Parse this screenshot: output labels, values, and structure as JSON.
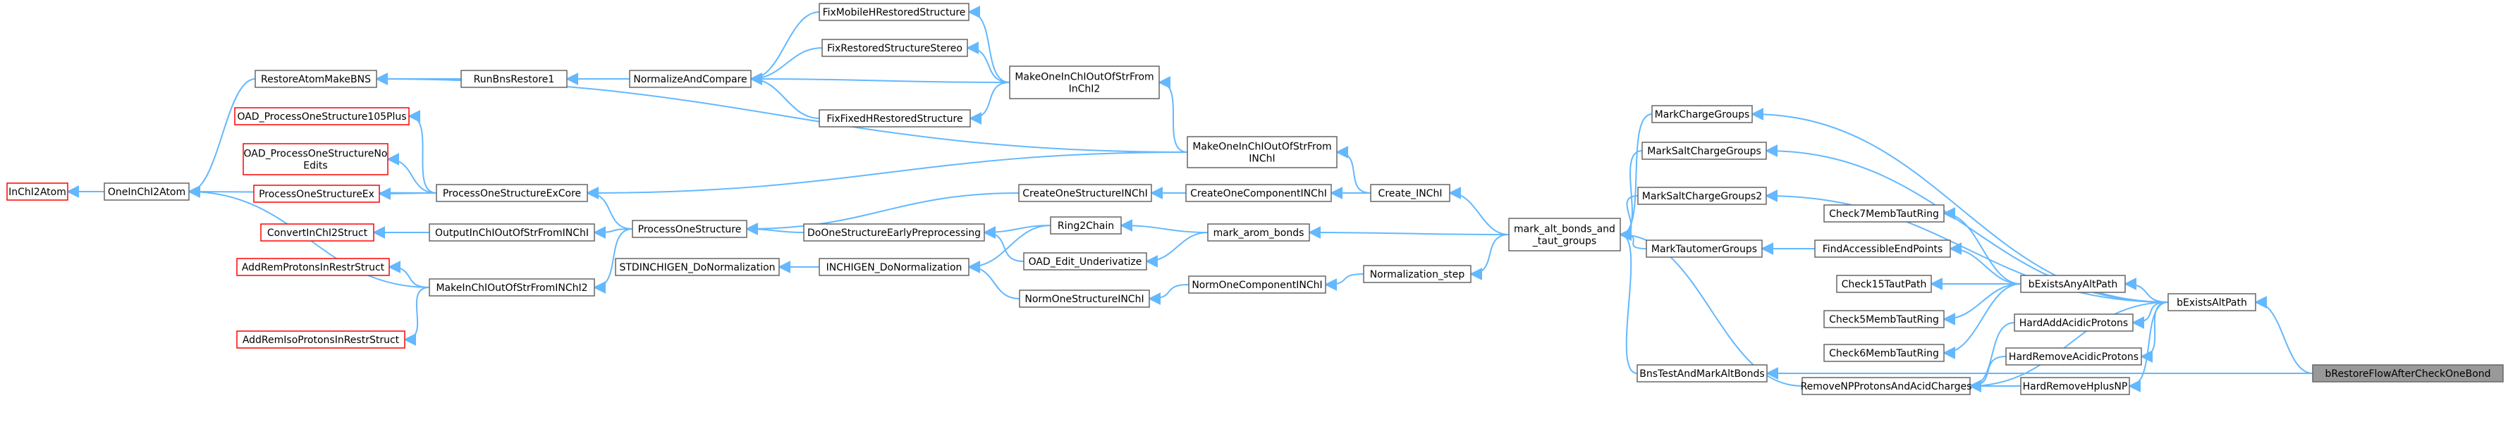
{
  "colors": {
    "edge": "#63b8ff",
    "border": "#666666",
    "truncated_border": "#ff0000",
    "root_fill": "#999999"
  },
  "nodes": [
    {
      "id": "restoreatommakebns",
      "lines": [
        "RestoreAtomMakeBNS"
      ],
      "style": "normal"
    },
    {
      "id": "runbnsrestore1",
      "lines": [
        "RunBnsRestore1"
      ],
      "style": "normal"
    },
    {
      "id": "normalizeandcompare",
      "lines": [
        "NormalizeAndCompare"
      ],
      "style": "normal"
    },
    {
      "id": "fixmobilehrestoredstructure",
      "lines": [
        "FixMobileHRestoredStructure"
      ],
      "style": "normal"
    },
    {
      "id": "fixrestoredstructurestereo",
      "lines": [
        "FixRestoredStructureStereo"
      ],
      "style": "normal"
    },
    {
      "id": "fixfixedhrestoredstructure",
      "lines": [
        "FixFixedHRestoredStructure"
      ],
      "style": "normal"
    },
    {
      "id": "makeoneinchioutofstrfrominchi2",
      "lines": [
        "MakeOneInChIOutOfStrFrom",
        "InChI2"
      ],
      "style": "normal"
    },
    {
      "id": "makeoneinchioutofstrfrominchi",
      "lines": [
        "MakeOneInChIOutOfStrFrom",
        "INChI"
      ],
      "style": "normal"
    },
    {
      "id": "inchi2atom",
      "lines": [
        "InChI2Atom"
      ],
      "style": "red"
    },
    {
      "id": "oneinchi2atom",
      "lines": [
        "OneInChI2Atom"
      ],
      "style": "normal"
    },
    {
      "id": "oad_processonestructure105plus",
      "lines": [
        "OAD_ProcessOneStructure105Plus"
      ],
      "style": "red"
    },
    {
      "id": "oad_processonestructurenoedits",
      "lines": [
        "OAD_ProcessOneStructureNo",
        "Edits"
      ],
      "style": "red"
    },
    {
      "id": "processonestructureex",
      "lines": [
        "ProcessOneStructureEx"
      ],
      "style": "red"
    },
    {
      "id": "convertinchi2struct",
      "lines": [
        "ConvertInChI2Struct"
      ],
      "style": "red"
    },
    {
      "id": "addremprotonsinrestrstruct",
      "lines": [
        "AddRemProtonsInRestrStruct"
      ],
      "style": "red"
    },
    {
      "id": "addremisoprotonsinrestrstruct",
      "lines": [
        "AddRemIsoProtonsInRestrStruct"
      ],
      "style": "red"
    },
    {
      "id": "processonestructureexcore",
      "lines": [
        "ProcessOneStructureExCore"
      ],
      "style": "normal"
    },
    {
      "id": "outputinchioutofstrfrominchi",
      "lines": [
        "OutputInChIOutOfStrFromINChI"
      ],
      "style": "normal"
    },
    {
      "id": "makeinchioutofstrfrominchi2",
      "lines": [
        "MakeInChIOutOfStrFromINChI2"
      ],
      "style": "normal"
    },
    {
      "id": "stdinchigen_donormalization",
      "lines": [
        "STDINCHIGEN_DoNormalization"
      ],
      "style": "normal"
    },
    {
      "id": "processonestructure",
      "lines": [
        "ProcessOneStructure"
      ],
      "style": "normal"
    },
    {
      "id": "dostructureearlypreprocessing",
      "lines": [
        "DoOneStructureEarlyPreprocessing"
      ],
      "style": "normal"
    },
    {
      "id": "inchigen_donormalization",
      "lines": [
        "INCHIGEN_DoNormalization"
      ],
      "style": "normal"
    },
    {
      "id": "createonestructureinchi",
      "lines": [
        "CreateOneStructureINChI"
      ],
      "style": "normal"
    },
    {
      "id": "ring2chain",
      "lines": [
        "Ring2Chain"
      ],
      "style": "normal"
    },
    {
      "id": "oad_edit_underivatize",
      "lines": [
        "OAD_Edit_Underivatize"
      ],
      "style": "normal"
    },
    {
      "id": "normonestructureinchi",
      "lines": [
        "NormOneStructureINChI"
      ],
      "style": "normal"
    },
    {
      "id": "createonecomponentinchi",
      "lines": [
        "CreateOneComponentINChI"
      ],
      "style": "normal"
    },
    {
      "id": "mark_arom_bonds",
      "lines": [
        "mark_arom_bonds"
      ],
      "style": "normal"
    },
    {
      "id": "normonecomponentinchi",
      "lines": [
        "NormOneComponentINChI"
      ],
      "style": "normal"
    },
    {
      "id": "create_inchi",
      "lines": [
        "Create_INChI"
      ],
      "style": "normal"
    },
    {
      "id": "normalization_step",
      "lines": [
        "Normalization_step"
      ],
      "style": "normal"
    },
    {
      "id": "mark_alt_bonds_and_taut_groups",
      "lines": [
        "mark_alt_bonds_and",
        "_taut_groups"
      ],
      "style": "normal"
    },
    {
      "id": "markchargegroups",
      "lines": [
        "MarkChargeGroups"
      ],
      "style": "normal"
    },
    {
      "id": "marksaltchargegroups",
      "lines": [
        "MarkSaltChargeGroups"
      ],
      "style": "normal"
    },
    {
      "id": "marksaltchargegroups2",
      "lines": [
        "MarkSaltChargeGroups2"
      ],
      "style": "normal"
    },
    {
      "id": "marktautomergroups",
      "lines": [
        "MarkTautomerGroups"
      ],
      "style": "normal"
    },
    {
      "id": "bnstestandmarkaltbonds",
      "lines": [
        "BnsTestAndMarkAltBonds"
      ],
      "style": "normal"
    },
    {
      "id": "removenpprotonsandacidcharges",
      "lines": [
        "RemoveNPProtonsAndAcidCharges"
      ],
      "style": "normal"
    },
    {
      "id": "check7membtautring",
      "lines": [
        "Check7MembTautRing"
      ],
      "style": "normal"
    },
    {
      "id": "findaccessibleendpoints",
      "lines": [
        "FindAccessibleEndPoints"
      ],
      "style": "normal"
    },
    {
      "id": "check15tautpath",
      "lines": [
        "Check15TautPath"
      ],
      "style": "normal"
    },
    {
      "id": "check5membtautring",
      "lines": [
        "Check5MembTautRing"
      ],
      "style": "normal"
    },
    {
      "id": "check6membtautring",
      "lines": [
        "Check6MembTautRing"
      ],
      "style": "normal"
    },
    {
      "id": "bexistsanyaltpath",
      "lines": [
        "bExistsAnyAltPath"
      ],
      "style": "normal"
    },
    {
      "id": "hardaddacidicprotons",
      "lines": [
        "HardAddAcidicProtons"
      ],
      "style": "normal"
    },
    {
      "id": "hardremoveacidicprotons",
      "lines": [
        "HardRemoveAcidicProtons"
      ],
      "style": "normal"
    },
    {
      "id": "hardremovehplusnp",
      "lines": [
        "HardRemoveHplusNP"
      ],
      "style": "normal"
    },
    {
      "id": "bexistsaltpath",
      "lines": [
        "bExistsAltPath"
      ],
      "style": "normal"
    },
    {
      "id": "brestoreflowaftercheckonebond",
      "lines": [
        "bRestoreFlowAfterCheckOneBond"
      ],
      "style": "root"
    }
  ],
  "edges": [
    [
      "oneinchi2atom",
      "inchi2atom"
    ],
    [
      "restoreatommakebns",
      "oneinchi2atom"
    ],
    [
      "processonestructureexcore",
      "oneinchi2atom"
    ],
    [
      "makeinchioutofstrfrominchi2",
      "oneinchi2atom"
    ],
    [
      "runbnsrestore1",
      "restoreatommakebns"
    ],
    [
      "normalizeandcompare",
      "runbnsrestore1"
    ],
    [
      "makeoneinchioutofstrfrominchi2",
      "normalizeandcompare"
    ],
    [
      "makeoneinchioutofstrfrominchi2",
      "fixmobilehrestoredstructure"
    ],
    [
      "makeoneinchioutofstrfrominchi2",
      "fixrestoredstructurestereo"
    ],
    [
      "makeoneinchioutofstrfrominchi2",
      "fixfixedhrestoredstructure"
    ],
    [
      "fixmobilehrestoredstructure",
      "normalizeandcompare"
    ],
    [
      "fixrestoredstructurestereo",
      "normalizeandcompare"
    ],
    [
      "fixfixedhrestoredstructure",
      "normalizeandcompare"
    ],
    [
      "makeoneinchioutofstrfrominchi",
      "restoreatommakebns"
    ],
    [
      "makeoneinchioutofstrfrominchi",
      "processonestructureexcore"
    ],
    [
      "makeoneinchioutofstrfrominchi",
      "makeoneinchioutofstrfrominchi2"
    ],
    [
      "processonestructureexcore",
      "oad_processonestructure105plus"
    ],
    [
      "processonestructureexcore",
      "oad_processonestructurenoedits"
    ],
    [
      "processonestructureexcore",
      "processonestructureex"
    ],
    [
      "outputinchioutofstrfrominchi",
      "convertinchi2struct"
    ],
    [
      "makeinchioutofstrfrominchi2",
      "addremprotonsinrestrstruct"
    ],
    [
      "makeinchioutofstrfrominchi2",
      "addremisoprotonsinrestrstruct"
    ],
    [
      "processonestructure",
      "processonestructureexcore"
    ],
    [
      "processonestructure",
      "outputinchioutofstrfrominchi"
    ],
    [
      "processonestructure",
      "makeinchioutofstrfrominchi2"
    ],
    [
      "createonestructureinchi",
      "processonestructure"
    ],
    [
      "dostructureearlypreprocessing",
      "processonestructure"
    ],
    [
      "inchigen_donormalization",
      "stdinchigen_donormalization"
    ],
    [
      "ring2chain",
      "dostructureearlypreprocessing"
    ],
    [
      "ring2chain",
      "inchigen_donormalization"
    ],
    [
      "oad_edit_underivatize",
      "dostructureearlypreprocessing"
    ],
    [
      "normonestructureinchi",
      "inchigen_donormalization"
    ],
    [
      "createonecomponentinchi",
      "createonestructureinchi"
    ],
    [
      "mark_arom_bonds",
      "ring2chain"
    ],
    [
      "mark_arom_bonds",
      "oad_edit_underivatize"
    ],
    [
      "normonecomponentinchi",
      "normonestructureinchi"
    ],
    [
      "create_inchi",
      "makeoneinchioutofstrfrominchi"
    ],
    [
      "create_inchi",
      "createonecomponentinchi"
    ],
    [
      "normalization_step",
      "normonecomponentinchi"
    ],
    [
      "mark_alt_bonds_and_taut_groups",
      "create_inchi"
    ],
    [
      "mark_alt_bonds_and_taut_groups",
      "mark_arom_bonds"
    ],
    [
      "mark_alt_bonds_and_taut_groups",
      "normalization_step"
    ],
    [
      "markchargegroups",
      "mark_alt_bonds_and_taut_groups"
    ],
    [
      "marksaltchargegroups",
      "mark_alt_bonds_and_taut_groups"
    ],
    [
      "marksaltchargegroups2",
      "mark_alt_bonds_and_taut_groups"
    ],
    [
      "marktautomergroups",
      "mark_alt_bonds_and_taut_groups"
    ],
    [
      "bnstestandmarkaltbonds",
      "mark_alt_bonds_and_taut_groups"
    ],
    [
      "removenpprotonsandacidcharges",
      "mark_alt_bonds_and_taut_groups"
    ],
    [
      "findaccessibleendpoints",
      "marktautomergroups"
    ],
    [
      "hardaddacidicprotons",
      "removenpprotonsandacidcharges"
    ],
    [
      "hardremoveacidicprotons",
      "removenpprotonsandacidcharges"
    ],
    [
      "hardremovehplusnp",
      "removenpprotonsandacidcharges"
    ],
    [
      "bexistsanyaltpath",
      "check7membtautring"
    ],
    [
      "bexistsanyaltpath",
      "findaccessibleendpoints"
    ],
    [
      "bexistsanyaltpath",
      "check15tautpath"
    ],
    [
      "bexistsanyaltpath",
      "check5membtautring"
    ],
    [
      "bexistsanyaltpath",
      "check6membtautring"
    ],
    [
      "bexistsaltpath",
      "markchargegroups"
    ],
    [
      "bexistsaltpath",
      "marksaltchargegroups"
    ],
    [
      "bexistsaltpath",
      "marksaltchargegroups2"
    ],
    [
      "bexistsaltpath",
      "bexistsanyaltpath"
    ],
    [
      "bexistsaltpath",
      "hardaddacidicprotons"
    ],
    [
      "bexistsaltpath",
      "hardremoveacidicprotons"
    ],
    [
      "bexistsaltpath",
      "hardremovehplusnp"
    ],
    [
      "bexistsaltpath",
      "removenpprotonsandacidcharges"
    ],
    [
      "brestoreflowaftercheckonebond",
      "bexistsaltpath"
    ],
    [
      "brestoreflowaftercheckonebond",
      "bnstestandmarkaltbonds"
    ]
  ]
}
